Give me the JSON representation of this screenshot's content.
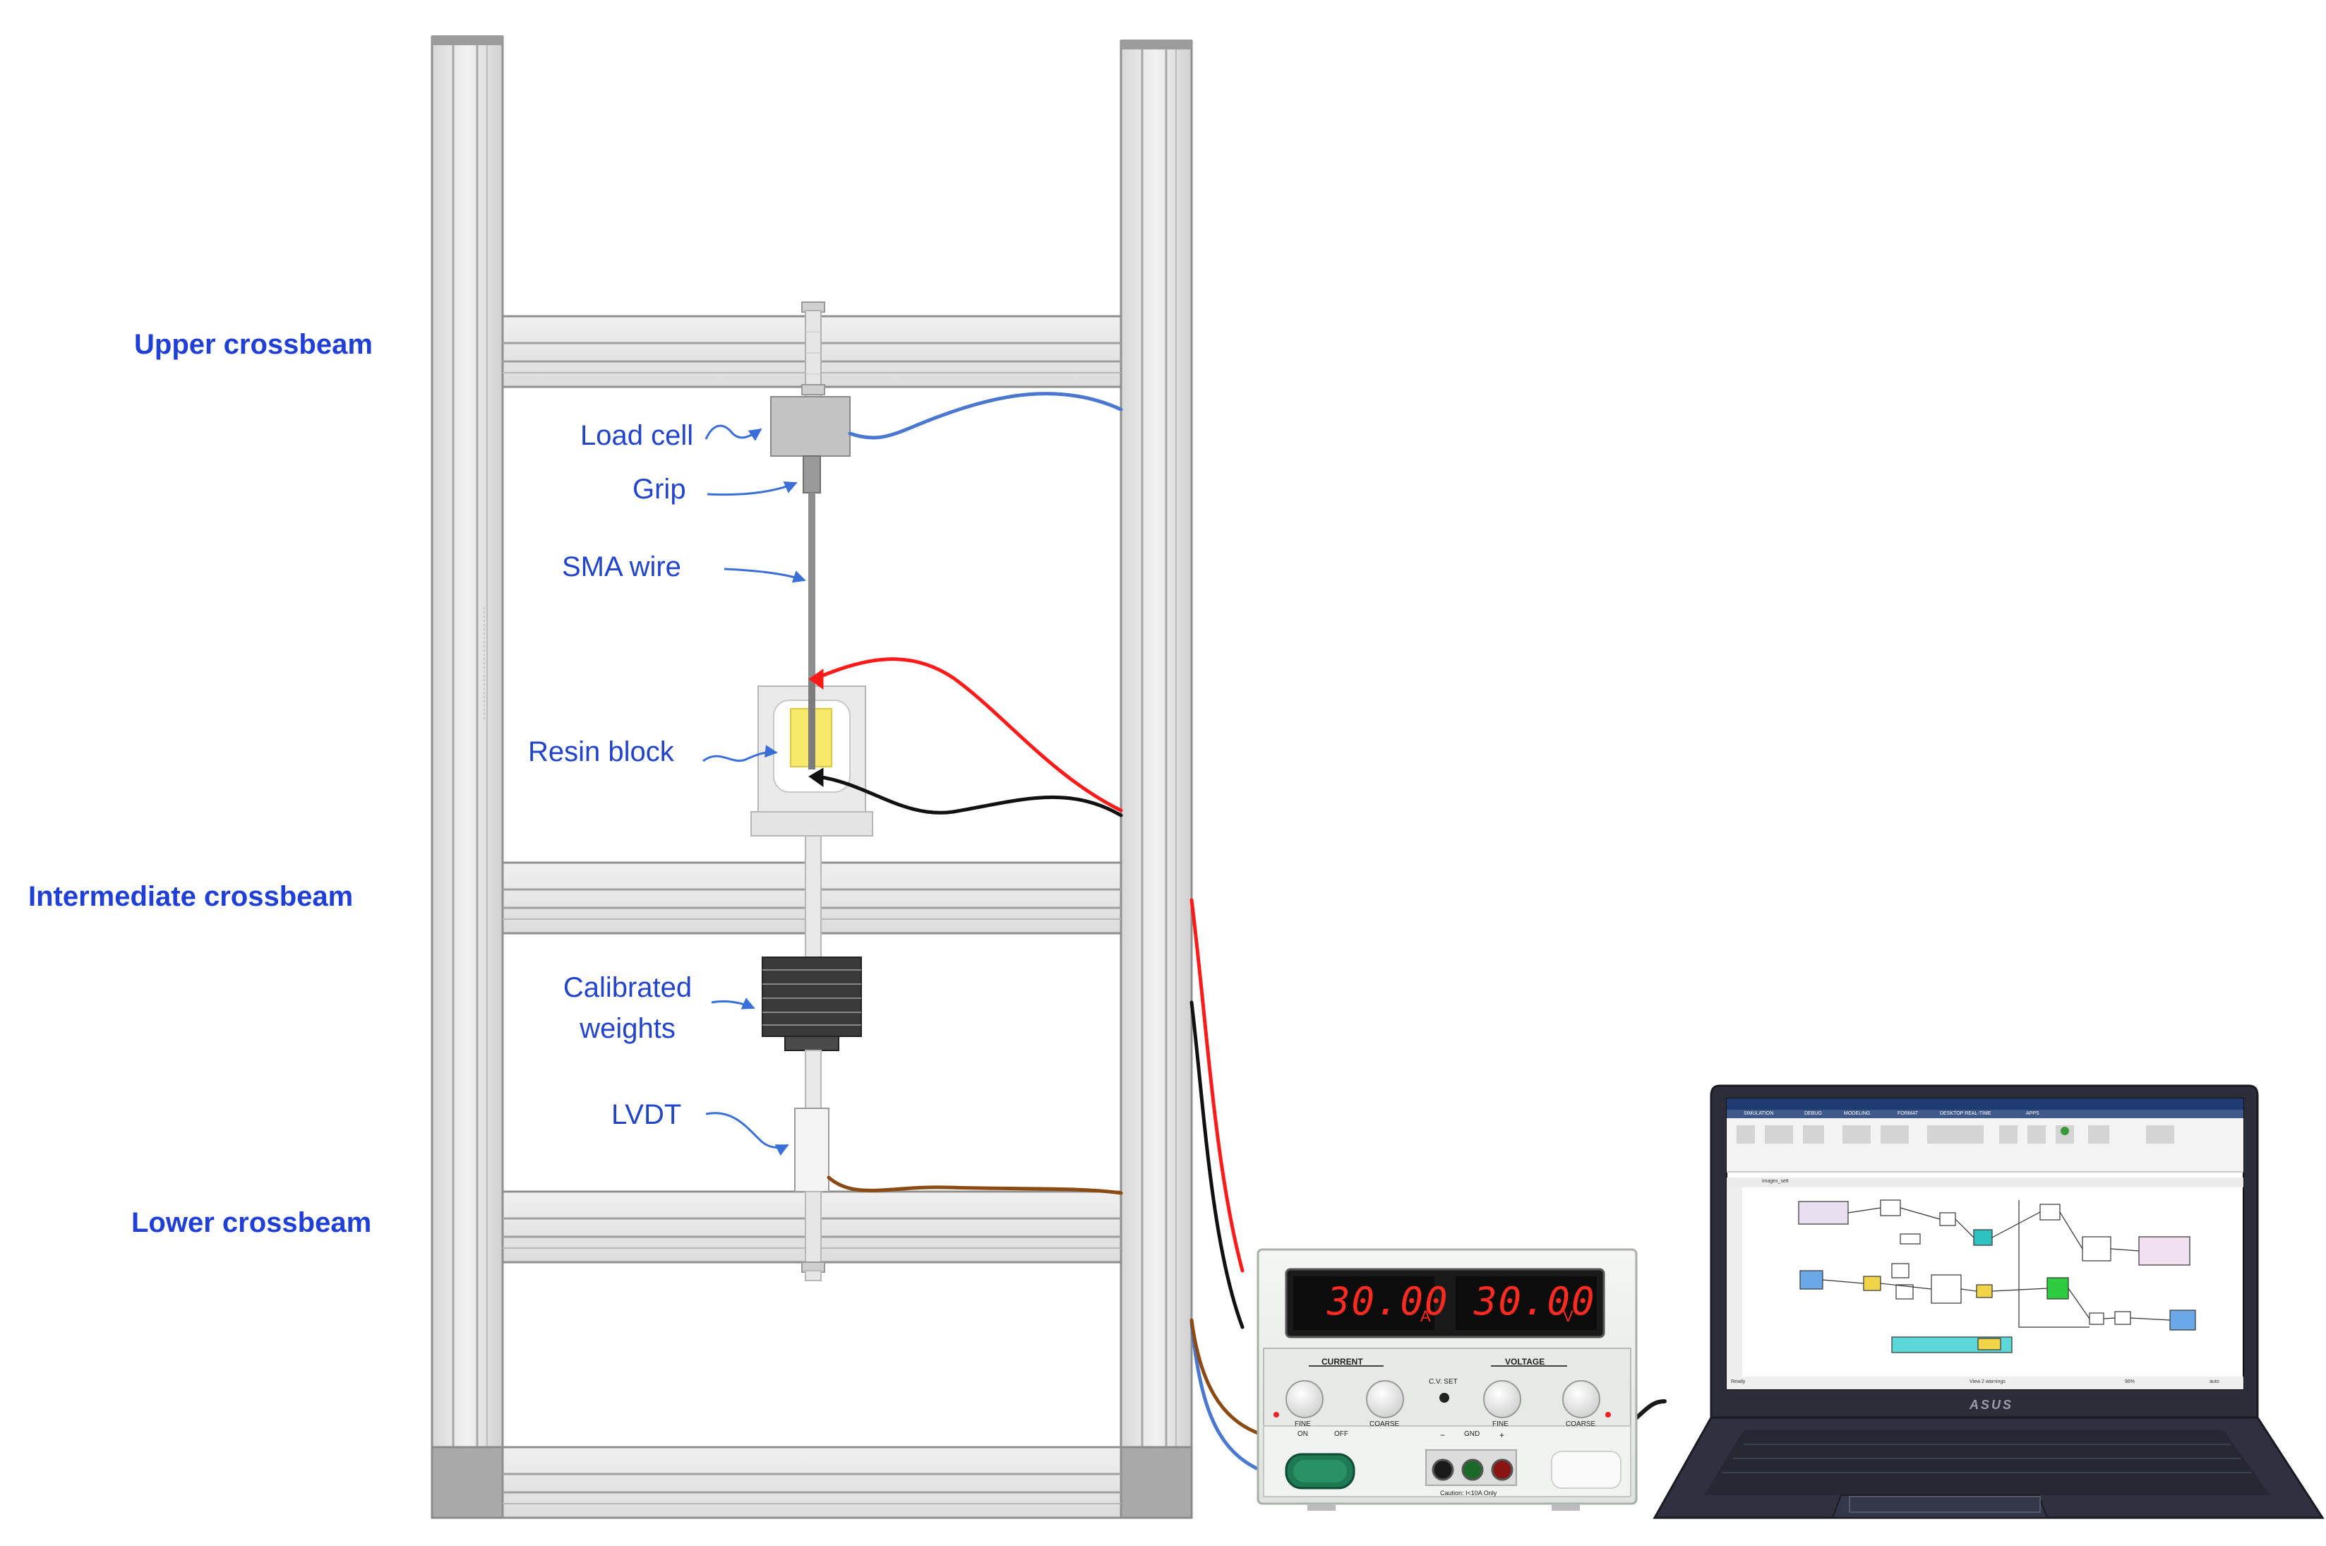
{
  "beam_labels": {
    "upper": "Upper crossbeam",
    "intermediate": "Intermediate crossbeam",
    "lower": "Lower crossbeam"
  },
  "part_labels": {
    "load_cell": "Load cell",
    "grip": "Grip",
    "sma_wire": "SMA wire",
    "resin_block": "Resin block",
    "calibrated_weights_line1": "Calibrated",
    "calibrated_weights_line2": "weights",
    "lvdt": "LVDT"
  },
  "power_supply": {
    "current_display": "30.00",
    "current_unit": "A",
    "voltage_display": "30.00",
    "voltage_unit": "V",
    "current_header": "CURRENT",
    "voltage_header": "VOLTAGE",
    "cv_set": "C.V. SET",
    "fine": "FINE",
    "coarse": "COARSE",
    "on": "ON",
    "off": "OFF",
    "gnd": "GND",
    "minus": "−",
    "plus": "+",
    "caution": "Caution: I<10A Only"
  },
  "laptop": {
    "brand": "ASUS",
    "tabs": [
      "SIMULATION",
      "DEBUG",
      "MODELING",
      "FORMAT",
      "DESKTOP REAL-TIME",
      "APPS"
    ],
    "model_name": "images_sett",
    "status_left": "Ready",
    "status_mid": "View 2 warnings",
    "status_zoom": "96%",
    "status_right": "auto"
  },
  "colors": {
    "label_blue": "#1f3fd6",
    "frame": "#e8e8e8",
    "frame_edge": "#9a9a9a",
    "wire_red": "#ff1a1a",
    "wire_black": "#111111",
    "wire_blue": "#4a78d0",
    "wire_brown": "#8a4a12",
    "display_red": "#ff2a20"
  },
  "icons": [
    "knob-icon",
    "terminal-icon",
    "power-switch-icon",
    "arrow-icon"
  ]
}
